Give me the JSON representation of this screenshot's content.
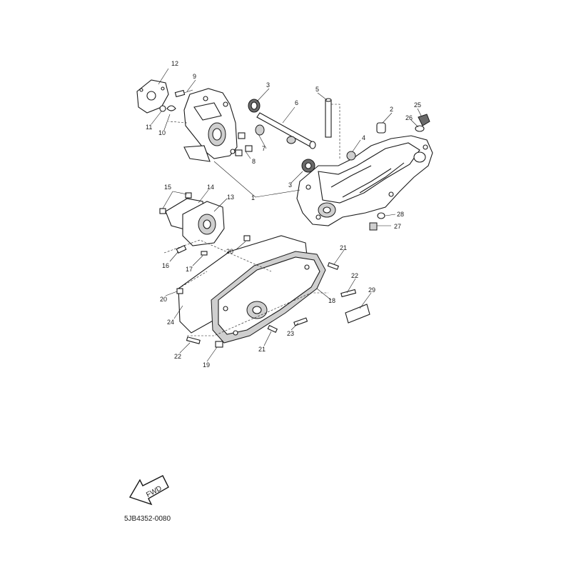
{
  "diagram": {
    "reference_code": "5JB4352-0080",
    "fwd_label": "FWD",
    "callouts": [
      {
        "id": "c1",
        "label": "1"
      },
      {
        "id": "c2",
        "label": "2"
      },
      {
        "id": "c3a",
        "label": "3"
      },
      {
        "id": "c3b",
        "label": "3"
      },
      {
        "id": "c4",
        "label": "4"
      },
      {
        "id": "c5",
        "label": "5"
      },
      {
        "id": "c6",
        "label": "6"
      },
      {
        "id": "c7",
        "label": "7"
      },
      {
        "id": "c8",
        "label": "8"
      },
      {
        "id": "c9",
        "label": "9"
      },
      {
        "id": "c10",
        "label": "10"
      },
      {
        "id": "c11",
        "label": "11"
      },
      {
        "id": "c12",
        "label": "12"
      },
      {
        "id": "c13",
        "label": "13"
      },
      {
        "id": "c14",
        "label": "14"
      },
      {
        "id": "c15",
        "label": "15"
      },
      {
        "id": "c16",
        "label": "16"
      },
      {
        "id": "c17",
        "label": "17"
      },
      {
        "id": "c18",
        "label": "18"
      },
      {
        "id": "c19",
        "label": "19"
      },
      {
        "id": "c20a",
        "label": "20"
      },
      {
        "id": "c20b",
        "label": "20"
      },
      {
        "id": "c21a",
        "label": "21"
      },
      {
        "id": "c21b",
        "label": "21"
      },
      {
        "id": "c22a",
        "label": "22"
      },
      {
        "id": "c22b",
        "label": "22"
      },
      {
        "id": "c23",
        "label": "23"
      },
      {
        "id": "c24",
        "label": "24"
      },
      {
        "id": "c25",
        "label": "25"
      },
      {
        "id": "c26",
        "label": "26"
      },
      {
        "id": "c27",
        "label": "27"
      },
      {
        "id": "c28",
        "label": "28"
      },
      {
        "id": "c29",
        "label": "29"
      }
    ]
  }
}
